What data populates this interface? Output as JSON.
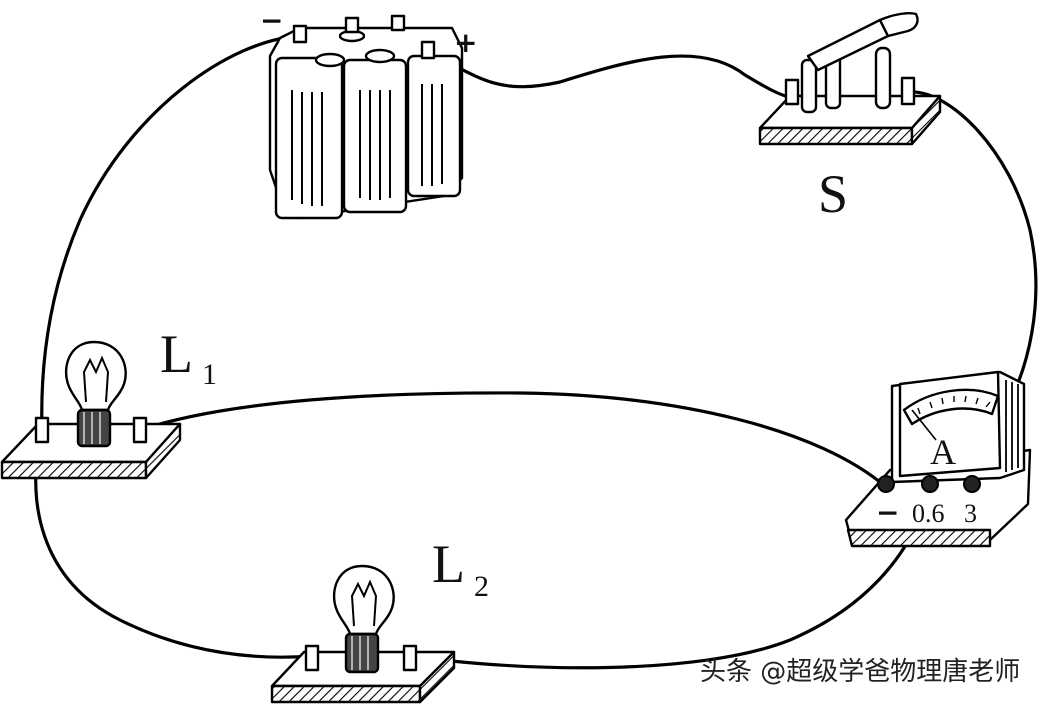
{
  "labels": {
    "bulb1_letter": "L",
    "bulb1_sub": "1",
    "bulb2_letter": "L",
    "bulb2_sub": "2",
    "switch": "S",
    "ammeter": "A",
    "battery_neg": "−",
    "battery_pos": "+",
    "ammeter_neg": "−",
    "ammeter_scale_1": "0.6",
    "ammeter_scale_2": "3"
  },
  "watermark": "头条 @超级学爸物理唐老师",
  "icons": [
    "battery-icon",
    "knife-switch-icon",
    "bulb-icon",
    "ammeter-icon"
  ]
}
